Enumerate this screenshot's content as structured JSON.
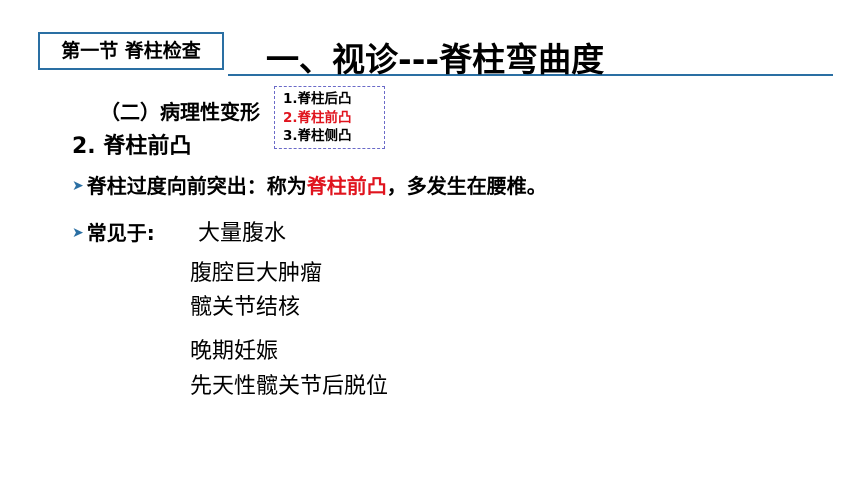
{
  "section_badge": "第一节  脊柱检查",
  "title": "一、视诊---脊柱弯曲度",
  "subheading": "（二）病理性变形",
  "topic_list": [
    {
      "label": "1.脊柱后凸",
      "active": false
    },
    {
      "label": "2.脊柱前凸",
      "active": true
    },
    {
      "label": "3.脊柱侧凸",
      "active": false
    }
  ],
  "point_heading": "2. 脊柱前凸",
  "definition": {
    "prefix": "脊柱过度向前突出：称为",
    "term": "脊柱前凸",
    "suffix": "，多发生在腰椎。"
  },
  "common_label": "常见于:",
  "causes": [
    "大量腹水",
    "腹腔巨大肿瘤",
    "髋关节结核",
    "晚期妊娠",
    "先天性髋关节后脱位"
  ],
  "colors": {
    "accent": "#2a6fa3",
    "highlight": "#e0141e"
  }
}
